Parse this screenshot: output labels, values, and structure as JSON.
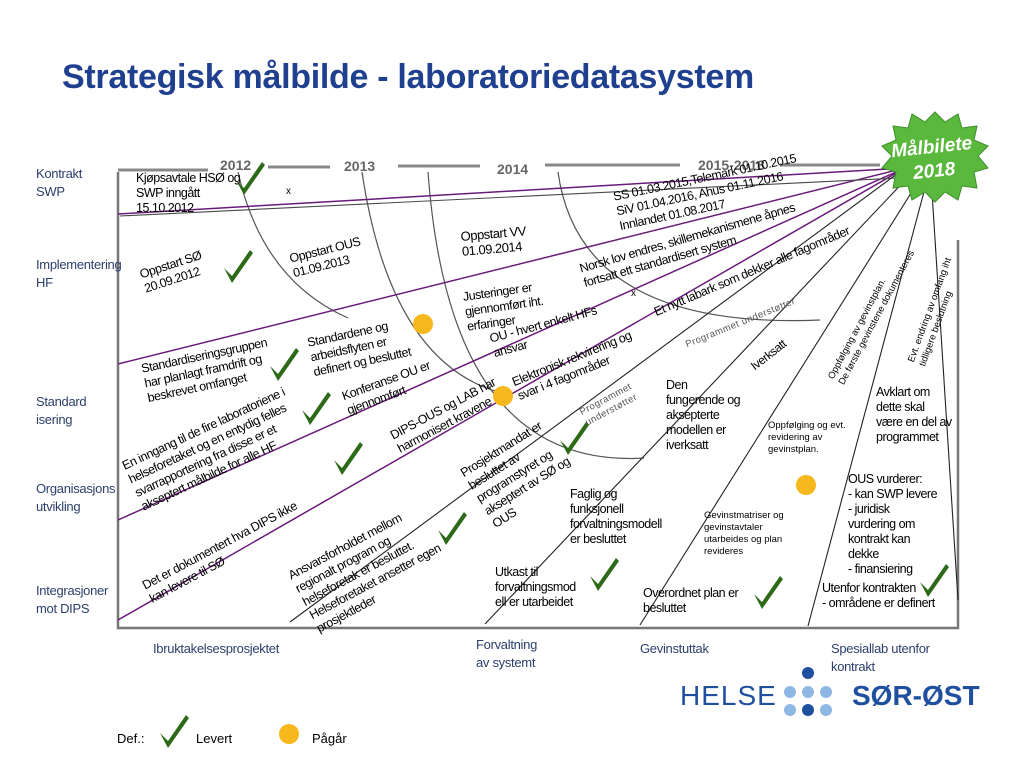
{
  "title": "Strategisk målbilde - laboratoriedatasystem",
  "badge": "Målbilete\n2018",
  "years": [
    "2012",
    "2013",
    "2014",
    "2015-2018"
  ],
  "categories": [
    "Kontrakt\nSWP",
    "Implementering\nHF",
    "Standard\nisering",
    "Organisasjons\nutvikling",
    "Integrasjoner\nmot DIPS"
  ],
  "bottom_labels": [
    "Ibruktakelsesprosjektet",
    "Forvaltning\nav systemt",
    "Gevinstuttak",
    "Spesiallab utenfor\nkontrakt"
  ],
  "items": {
    "kjopsavtale": "Kjøpsavtale HSØ og\nSWP inngått\n15.10.2012",
    "oppstart_so": "Oppstart SØ\n20.09.2012",
    "oppstart_ous": "Oppstart OUS\n01.09.2013",
    "oppstart_vv": "Oppstart VV\n01.09.2014",
    "ss_siv": "SS 01.03.2015,Telemark 01.10.2015\nSiV 01.04.2016, Ahus 01.11.2016\nInnlandet 01.08.2017",
    "norsk_lov": "Norsk lov endres, skillemekanismene åpnes\nfortsatt ett standardisert system",
    "justeringer": "Justeringer er\ngjennomført iht.\nerfaringer",
    "et_nytt": "Et nytt labark som dekker alle fagområder",
    "ou_hvert": "OU - hvert enkelt HFs\nansvar",
    "standardene": "Standardene og\narbeidsflyten er\ndefinert og besluttet",
    "standardiseringsgruppen": "Standardiseringsgruppen\nhar planlagt framdrift og\nbeskrevet omfanget",
    "elektronisk": "Elektronisk rekvirering og\nsvar i 4 fagområder",
    "konferanse": "Konferanse OU er\ngjennomført",
    "inngang": "En inngang til de fire laboratoriene i\nhelseforetaket og en entydig felles\nsvarrapportering fra disse er et\nakseptert målbilde for alle HF",
    "dips_ous": "DIPS-OUS og LAB har\nharmonisert kravene",
    "iverksatt": "Iverksatt",
    "oppfolging_gev": "Oppfølging av gevinstplan.\nDe første gevinstene dokumenteres",
    "evt_endring": "Evt. endring av omfang iht\ntidligere beslutning",
    "programmet_u1": "Programmet understøtter",
    "programmet_u2": "Programmet\nunderstøtter",
    "den_fungerende": "Den\nfungerende og\naksepterte\nmodellen er\niverksatt",
    "oppfolging_evt": "Oppfølging og evt.\nrevidering av\ngevinstplan.",
    "avklart": "Avklart om\ndette skal\nvære en del av\nprogrammet",
    "prosjektmandat": "Prosjektmandat er\nbesluttet av\nprogramstyret og\nakseptert av SØ og\nOUS",
    "faglig": "Faglig og\nfunksjonell\nforvaltningsmodell\ner besluttet",
    "gevinstmatriser": "Gevinstmatriser og\ngevinstavtaler\nutarbeides og plan\nrevideres",
    "ous_vurderer": "OUS vurderer:\n- kan SWP levere\n- juridisk\nvurdering om\nkontrakt kan\ndekke\n- finansiering",
    "dokumentert": "Det er dokumentert hva DIPS ikke\nkan levere til SØ",
    "ansvarsforholdet": "Ansvarsforholdet mellom\nregionalt program og\nhelseforetak er besluttet.\nHelseforetaket ansetter egen\nprosjektleder",
    "utkast": "Utkast til\nforvaltningsmod\nell er utarbeidet",
    "overordnet": "Overordnet plan er\nbesluttet",
    "utenfor": "Utenfor kontrakten\n- områdene er definert"
  },
  "x_marks": [
    "x",
    "x"
  ],
  "logo": {
    "left": "HELSE",
    "right": "SØR-ØST"
  },
  "legend": {
    "def": "Def.:",
    "levert": "Levert",
    "pagar": "Pågår"
  },
  "colors": {
    "title": "#1f3f8f",
    "lines": "#6a1a7a",
    "check": "#2d6a18",
    "dot": "#f6b81c",
    "badge": "#5ab83c",
    "logo_blue": "#1f4f9f",
    "logo_dot_light": "#8fb7e4"
  }
}
